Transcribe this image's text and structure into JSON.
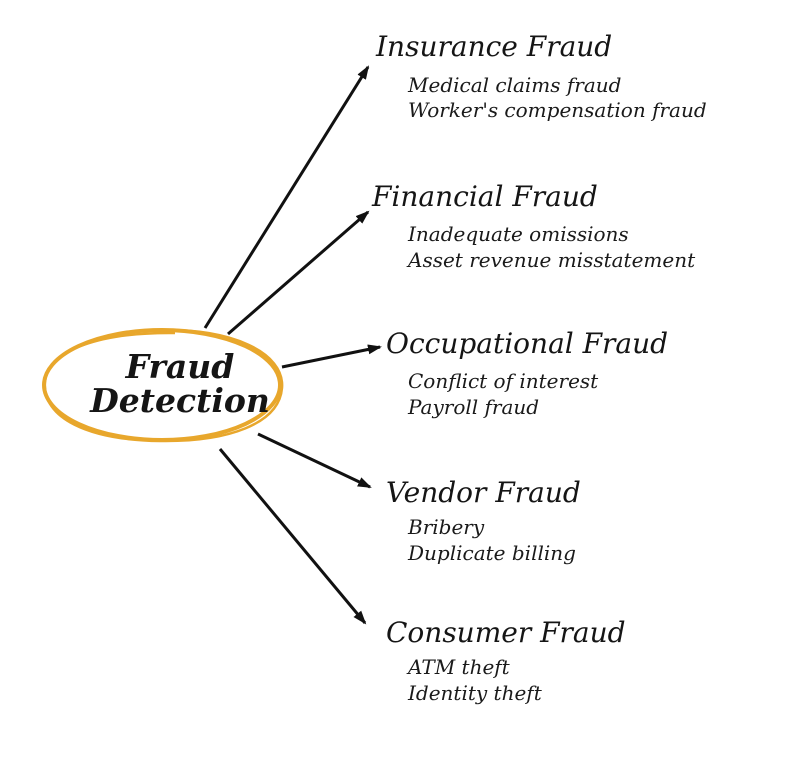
{
  "colors": {
    "accent": "#e8a72c",
    "text": "#151515",
    "arrow": "#111111"
  },
  "center": {
    "line1": "Fraud",
    "line2": "Detection"
  },
  "branches": [
    {
      "title": "Insurance Fraud",
      "items": [
        "Medical claims fraud",
        "Worker's compensation fraud"
      ]
    },
    {
      "title": "Financial Fraud",
      "items": [
        "Inadequate omissions",
        "Asset revenue misstatement"
      ]
    },
    {
      "title": "Occupational Fraud",
      "items": [
        "Conflict of interest",
        "Payroll fraud"
      ]
    },
    {
      "title": "Vendor Fraud",
      "items": [
        "Bribery",
        "Duplicate billing"
      ]
    },
    {
      "title": "Consumer Fraud",
      "items": [
        "ATM theft",
        "Identity theft"
      ]
    }
  ]
}
